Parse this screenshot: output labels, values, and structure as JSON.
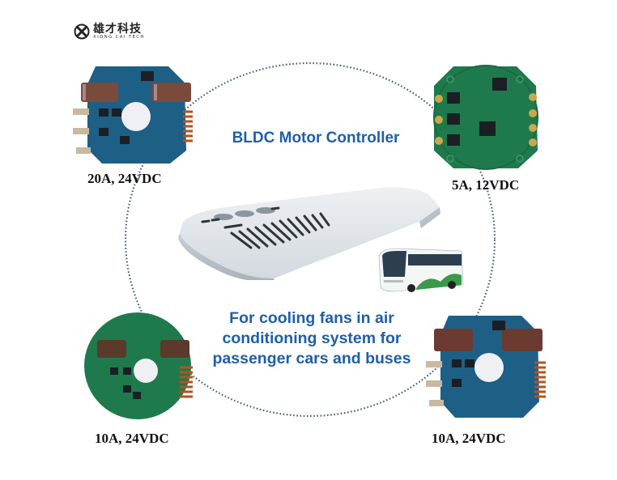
{
  "brand": {
    "name_cn": "雄才科技",
    "name_en": "XIONG CAI TECH",
    "logo_icon": "x-circle-logo-icon"
  },
  "title": "BLDC Motor Controller",
  "subtitle_lines": [
    "For cooling fans in air",
    "conditioning system for",
    "passenger cars and buses"
  ],
  "boards": [
    {
      "position": "top-left",
      "spec": "20A, 24VDC",
      "pcb_color": "blue",
      "image": "pcb-board-blue-with-capacitors"
    },
    {
      "position": "top-right",
      "spec": "5A, 12VDC",
      "pcb_color": "green",
      "image": "pcb-board-green-round"
    },
    {
      "position": "bottom-left",
      "spec": "10A, 24VDC",
      "pcb_color": "green",
      "image": "pcb-board-green-with-capacitors"
    },
    {
      "position": "bottom-right",
      "spec": "10A, 24VDC",
      "pcb_color": "blue",
      "image": "pcb-board-blue-with-capacitors"
    }
  ],
  "center_images": [
    {
      "name": "rooftop-ac-unit",
      "description": "bus rooftop air conditioning unit"
    },
    {
      "name": "bus",
      "description": "passenger coach bus"
    }
  ],
  "colors": {
    "title_blue": "#1f5fa6",
    "ring_dots": "#4a5f78",
    "pcb_blue": "#1e5f86",
    "pcb_green": "#1e7a4c",
    "capacitor_brown": "#6b3b32",
    "coil_copper": "#b5531f"
  }
}
